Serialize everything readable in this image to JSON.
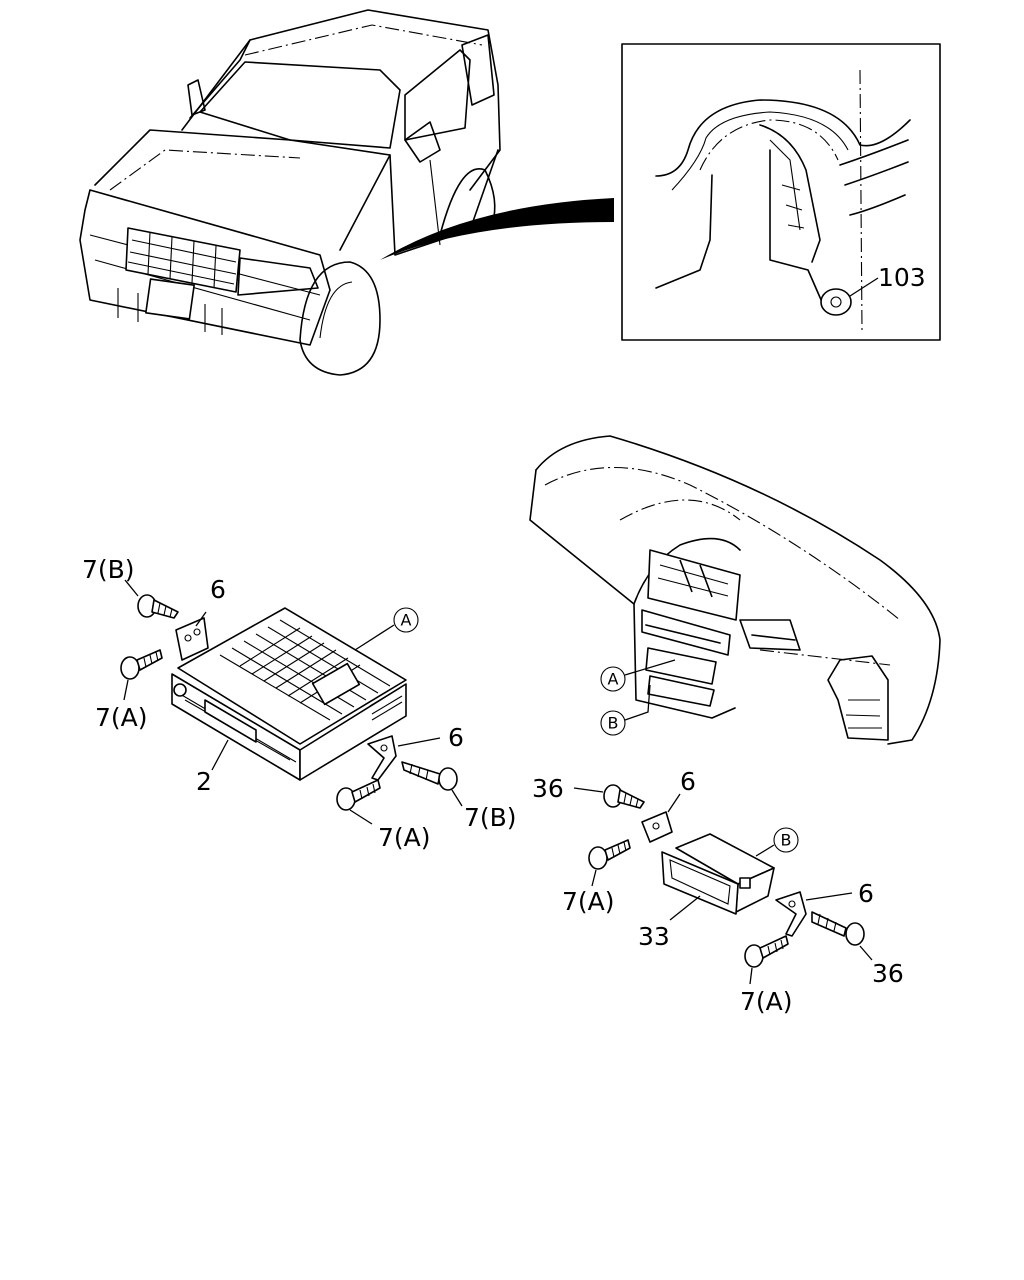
{
  "callouts": {
    "c103": "103",
    "c7b_left": "7(B)",
    "c6_left_top": "6",
    "c7a_left": "7(A)",
    "c_A_radio": "A",
    "c6_left_mid": "6",
    "c2": "2",
    "c7b_right": "7(B)",
    "c7a_bottom": "7(A)",
    "c_A_dash": "A",
    "c_B_dash": "B",
    "c36_top": "36",
    "c6_pocket_top": "6",
    "c_B_pocket": "B",
    "c7a_pocket_left": "7(A)",
    "c6_pocket_right": "6",
    "c33": "33",
    "c36_right": "36",
    "c7a_pocket_bottom": "7(A)"
  }
}
